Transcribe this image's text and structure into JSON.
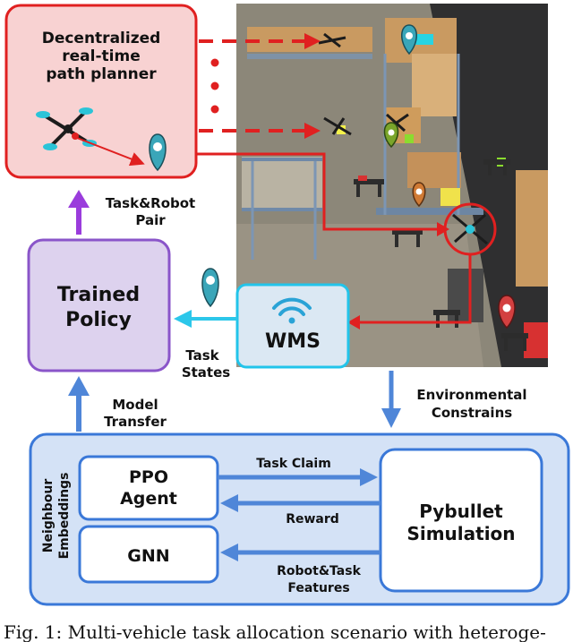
{
  "colors": {
    "planner_fill": "#f8d2d2",
    "planner_stroke": "#e02020",
    "policy_fill": "#ddd2ee",
    "policy_stroke": "#8a55c9",
    "wms_fill": "#dbe8f3",
    "wms_stroke": "#22c4ea",
    "sim_fill": "#d4e2f6",
    "sim_stroke": "#3a78d8",
    "arrow_blue": "#4f86d8",
    "arrow_purple": "#9a3cdc",
    "arrow_red": "#e02020",
    "arrow_cyan": "#2cc7ea",
    "marker_teal": "#3aa6b9"
  },
  "planner": {
    "line1": "Decentralized",
    "line2": "real-time",
    "line3": "path planner"
  },
  "task_robot_pair": {
    "line1": "Task&Robot",
    "line2": "Pair"
  },
  "policy": {
    "line1": "Trained",
    "line2": "Policy"
  },
  "wms": {
    "label": "WMS"
  },
  "task_states": {
    "line1": "Task",
    "line2": "States"
  },
  "model_transfer": {
    "line1": "Model",
    "line2": "Transfer"
  },
  "env_constraints": {
    "line1": "Environmental",
    "line2": "Constrains"
  },
  "side_label": {
    "line1": "Neighbour",
    "line2": "Embeddings"
  },
  "ppo": {
    "line1": "PPO",
    "line2": "Agent"
  },
  "gnn": {
    "label": "GNN"
  },
  "pybullet": {
    "line1": "Pybullet",
    "line2": "Simulation"
  },
  "edges": {
    "task_claim": "Task Claim",
    "reward": "Reward",
    "features_line1": "Robot&Task",
    "features_line2": "Features"
  },
  "icons": [
    "drone-icon",
    "location-pin-icon",
    "wifi-icon",
    "warehouse-scene"
  ],
  "caption": "Fig. 1: Multi-vehicle task allocation scenario with heteroge-"
}
